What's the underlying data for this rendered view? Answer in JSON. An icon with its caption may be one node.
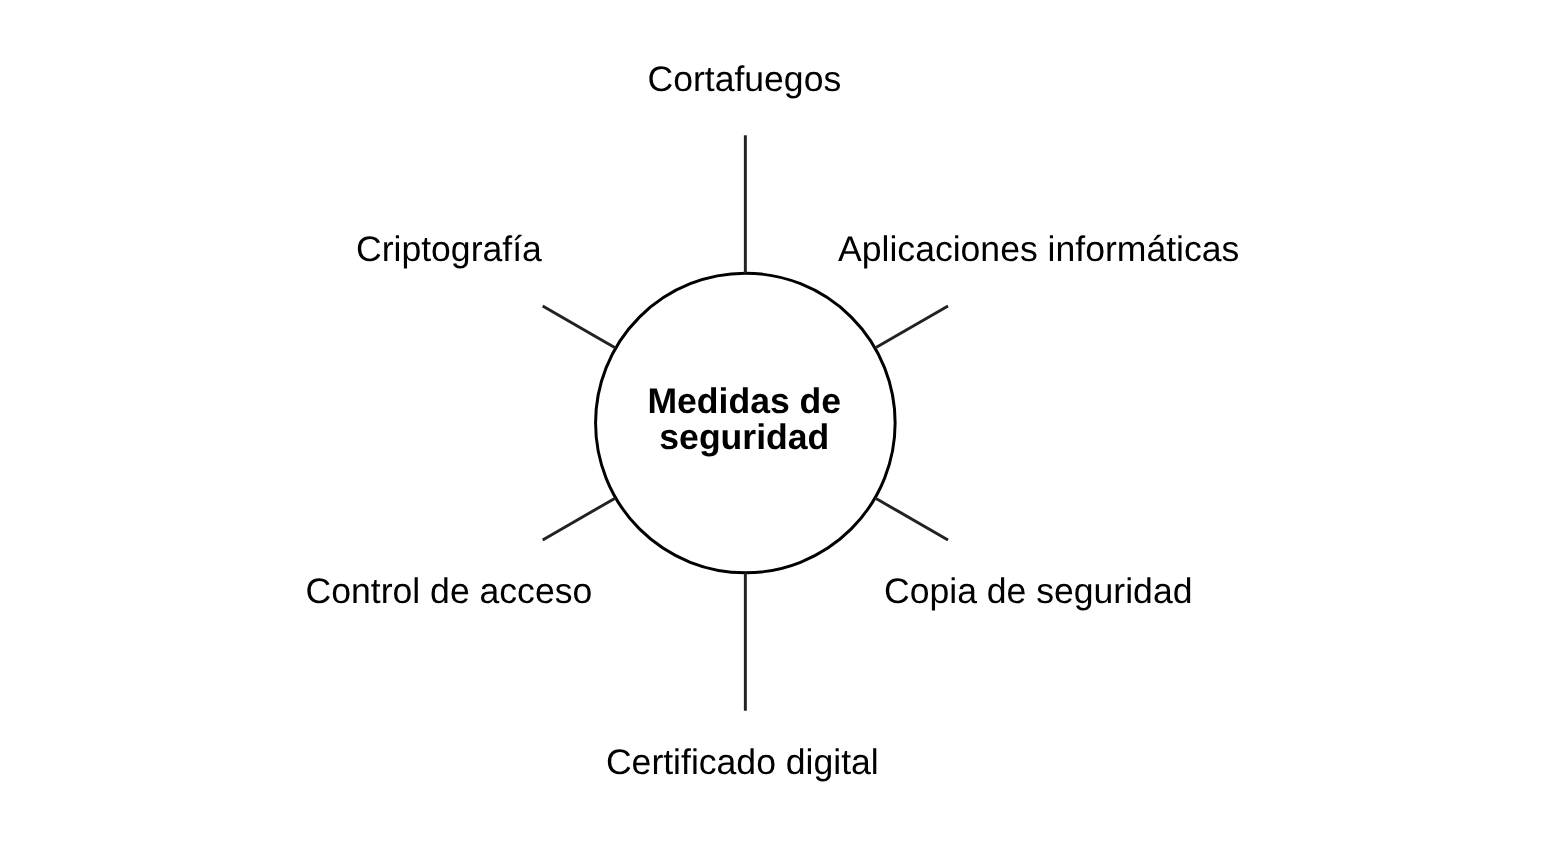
{
  "diagram": {
    "nodes": [
      {
        "text": [
          "Aplicaciones informáticas"
        ]
      },
      {
        "text": [
          "Cortafuegos"
        ]
      },
      {
        "text": [
          "Criptografía"
        ]
      },
      {
        "text": [
          "Medidas de seguridad"
        ]
      },
      {
        "text": [
          "Control de acceso"
        ]
      },
      {
        "text": [
          "Certificado digital"
        ]
      },
      {
        "text": [
          "Copia de seguridad"
        ]
      }
    ],
    "edges": [
      {
        "from": 3,
        "to": 0,
        "arrow": "none"
      },
      {
        "from": 3,
        "to": 2,
        "arrow": "none"
      },
      {
        "from": 3,
        "to": 4,
        "arrow": "none"
      },
      {
        "from": 3,
        "to": 6,
        "arrow": "none"
      },
      {
        "from": 3,
        "to": 5,
        "arrow": "none"
      },
      {
        "from": 3,
        "to": 1,
        "arrow": "none"
      }
    ]
  }
}
